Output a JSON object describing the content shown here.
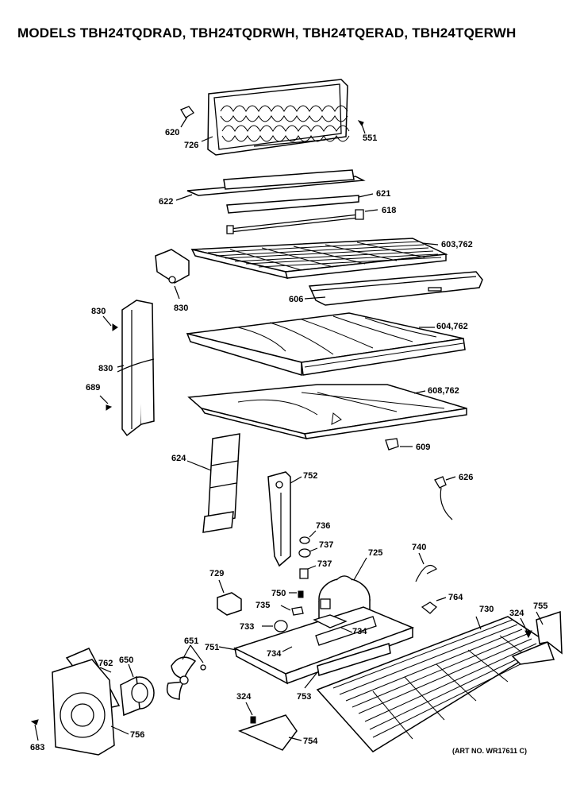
{
  "title": "MODELS TBH24TQDRAD, TBH24TQDRWH, TBH24TQERAD, TBH24TQERWH",
  "art_number": "(ART NO. WR17611 C)",
  "callouts": [
    "620",
    "726",
    "551",
    "622",
    "621",
    "618",
    "603,762",
    "830",
    "606",
    "830",
    "604,762",
    "830",
    "689",
    "608,762",
    "609",
    "624",
    "752",
    "626",
    "736",
    "737",
    "725",
    "740",
    "737",
    "729",
    "750",
    "735",
    "764",
    "730",
    "324",
    "755",
    "733",
    "734",
    "651",
    "751",
    "734",
    "762",
    "650",
    "753",
    "324",
    "756",
    "683",
    "754"
  ]
}
